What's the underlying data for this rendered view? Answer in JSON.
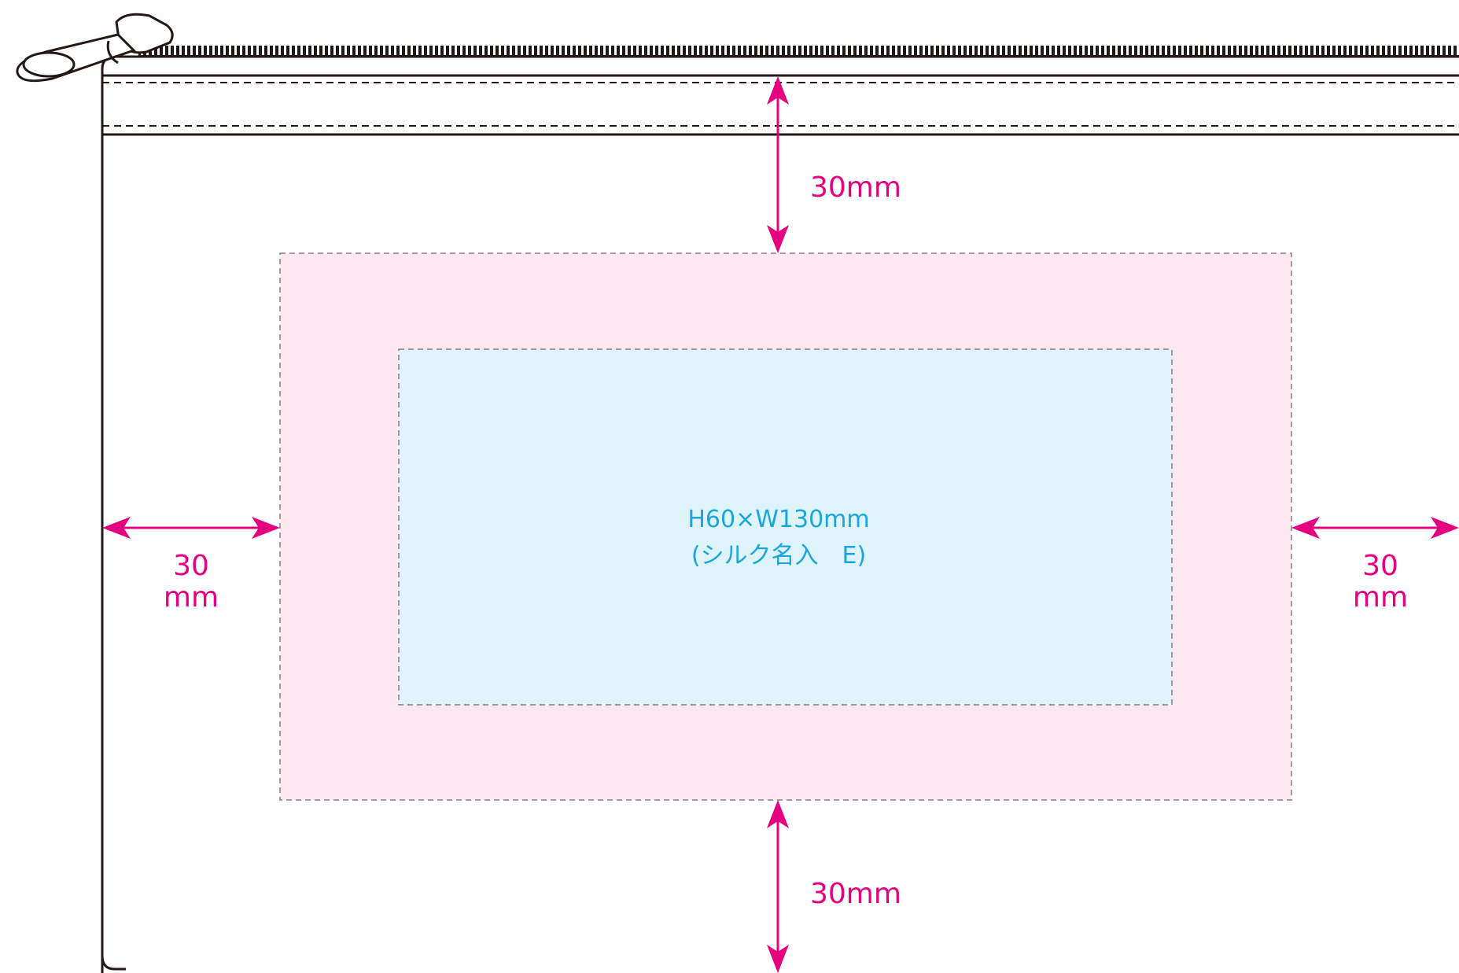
{
  "design_area": {
    "size_label": "H60×W130mm",
    "method_label": "(シルク名入　E)"
  },
  "margins": {
    "top_label": "30mm",
    "bottom_label": "30mm",
    "left_label_value": "30",
    "left_label_unit": "mm",
    "right_label_value": "30",
    "right_label_unit": "mm"
  },
  "colors": {
    "dimension": "#e4007f",
    "text_area": "#1aa6dc",
    "outer_area_fill": "#fde8f1",
    "inner_area_fill": "#dff3fa",
    "outline": "#231815"
  }
}
